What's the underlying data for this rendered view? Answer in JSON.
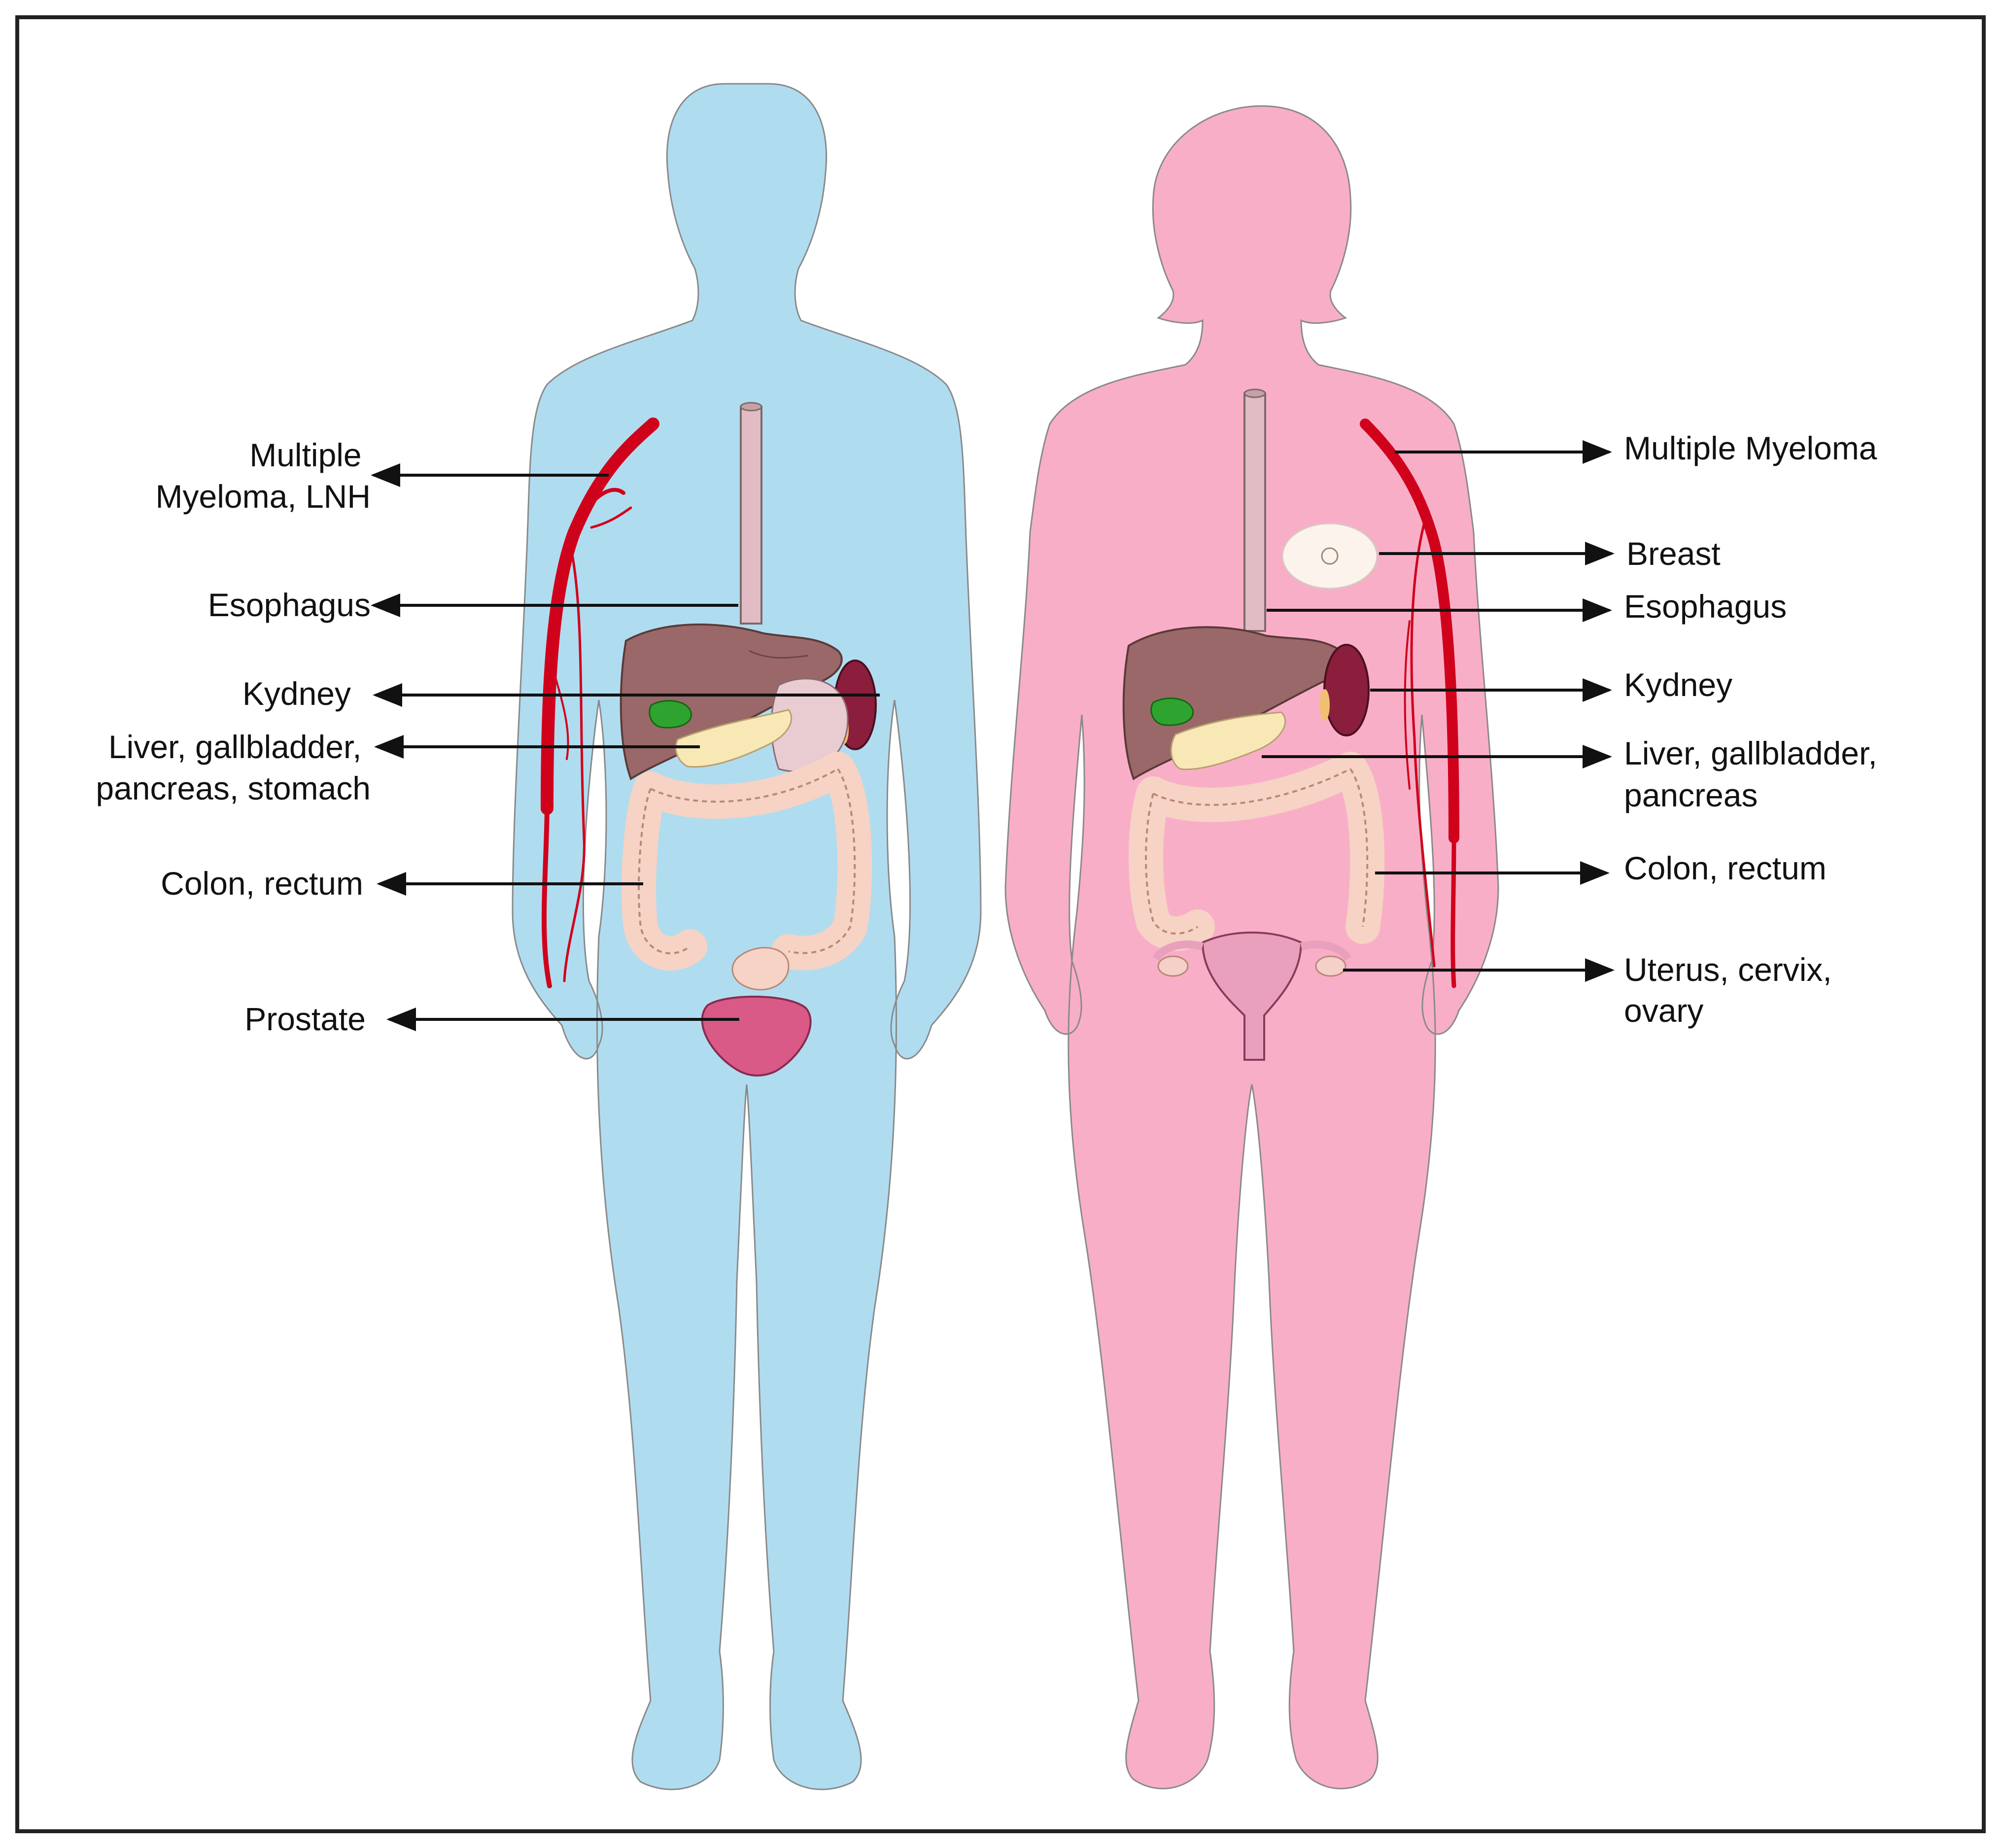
{
  "colors": {
    "male_body": "#b0dcf0",
    "female_body": "#f9aec8",
    "outline": "#8a8a8a",
    "artery": "#d0021b",
    "liver": "#9a6868",
    "gallbladder": "#2fa32f",
    "pancreas": "#f7e8b6",
    "colon": "#f6d3c4",
    "kidney": "#8a1e3c",
    "prostate": "#d95a86",
    "esophagus": "#e2bcc4",
    "uterus": "#e8a0bd",
    "breast": "#fbf3ec",
    "arrow": "#111111"
  },
  "male": {
    "labels": [
      {
        "name": "male-label-multiple-myeloma",
        "lines": [
          "Multiple",
          "Myeloma, LNH"
        ]
      },
      {
        "name": "male-label-esophagus",
        "lines": [
          "Esophagus"
        ]
      },
      {
        "name": "male-label-kidney",
        "lines": [
          "Kydney"
        ]
      },
      {
        "name": "male-label-liver",
        "lines": [
          "Liver, gallbladder,",
          "pancreas, stomach"
        ]
      },
      {
        "name": "male-label-colon",
        "lines": [
          "Colon, rectum"
        ]
      },
      {
        "name": "male-label-prostate",
        "lines": [
          "Prostate"
        ]
      }
    ]
  },
  "female": {
    "labels": [
      {
        "name": "female-label-multiple-myeloma",
        "lines": [
          "Multiple Myeloma"
        ]
      },
      {
        "name": "female-label-breast",
        "lines": [
          "Breast"
        ]
      },
      {
        "name": "female-label-esophagus",
        "lines": [
          "Esophagus"
        ]
      },
      {
        "name": "female-label-kidney",
        "lines": [
          "Kydney"
        ]
      },
      {
        "name": "female-label-liver",
        "lines": [
          "Liver, gallbladder,",
          "pancreas"
        ]
      },
      {
        "name": "female-label-colon",
        "lines": [
          "Colon, rectum"
        ]
      },
      {
        "name": "female-label-uterus",
        "lines": [
          "Uterus, cervix,",
          "ovary"
        ]
      }
    ]
  }
}
